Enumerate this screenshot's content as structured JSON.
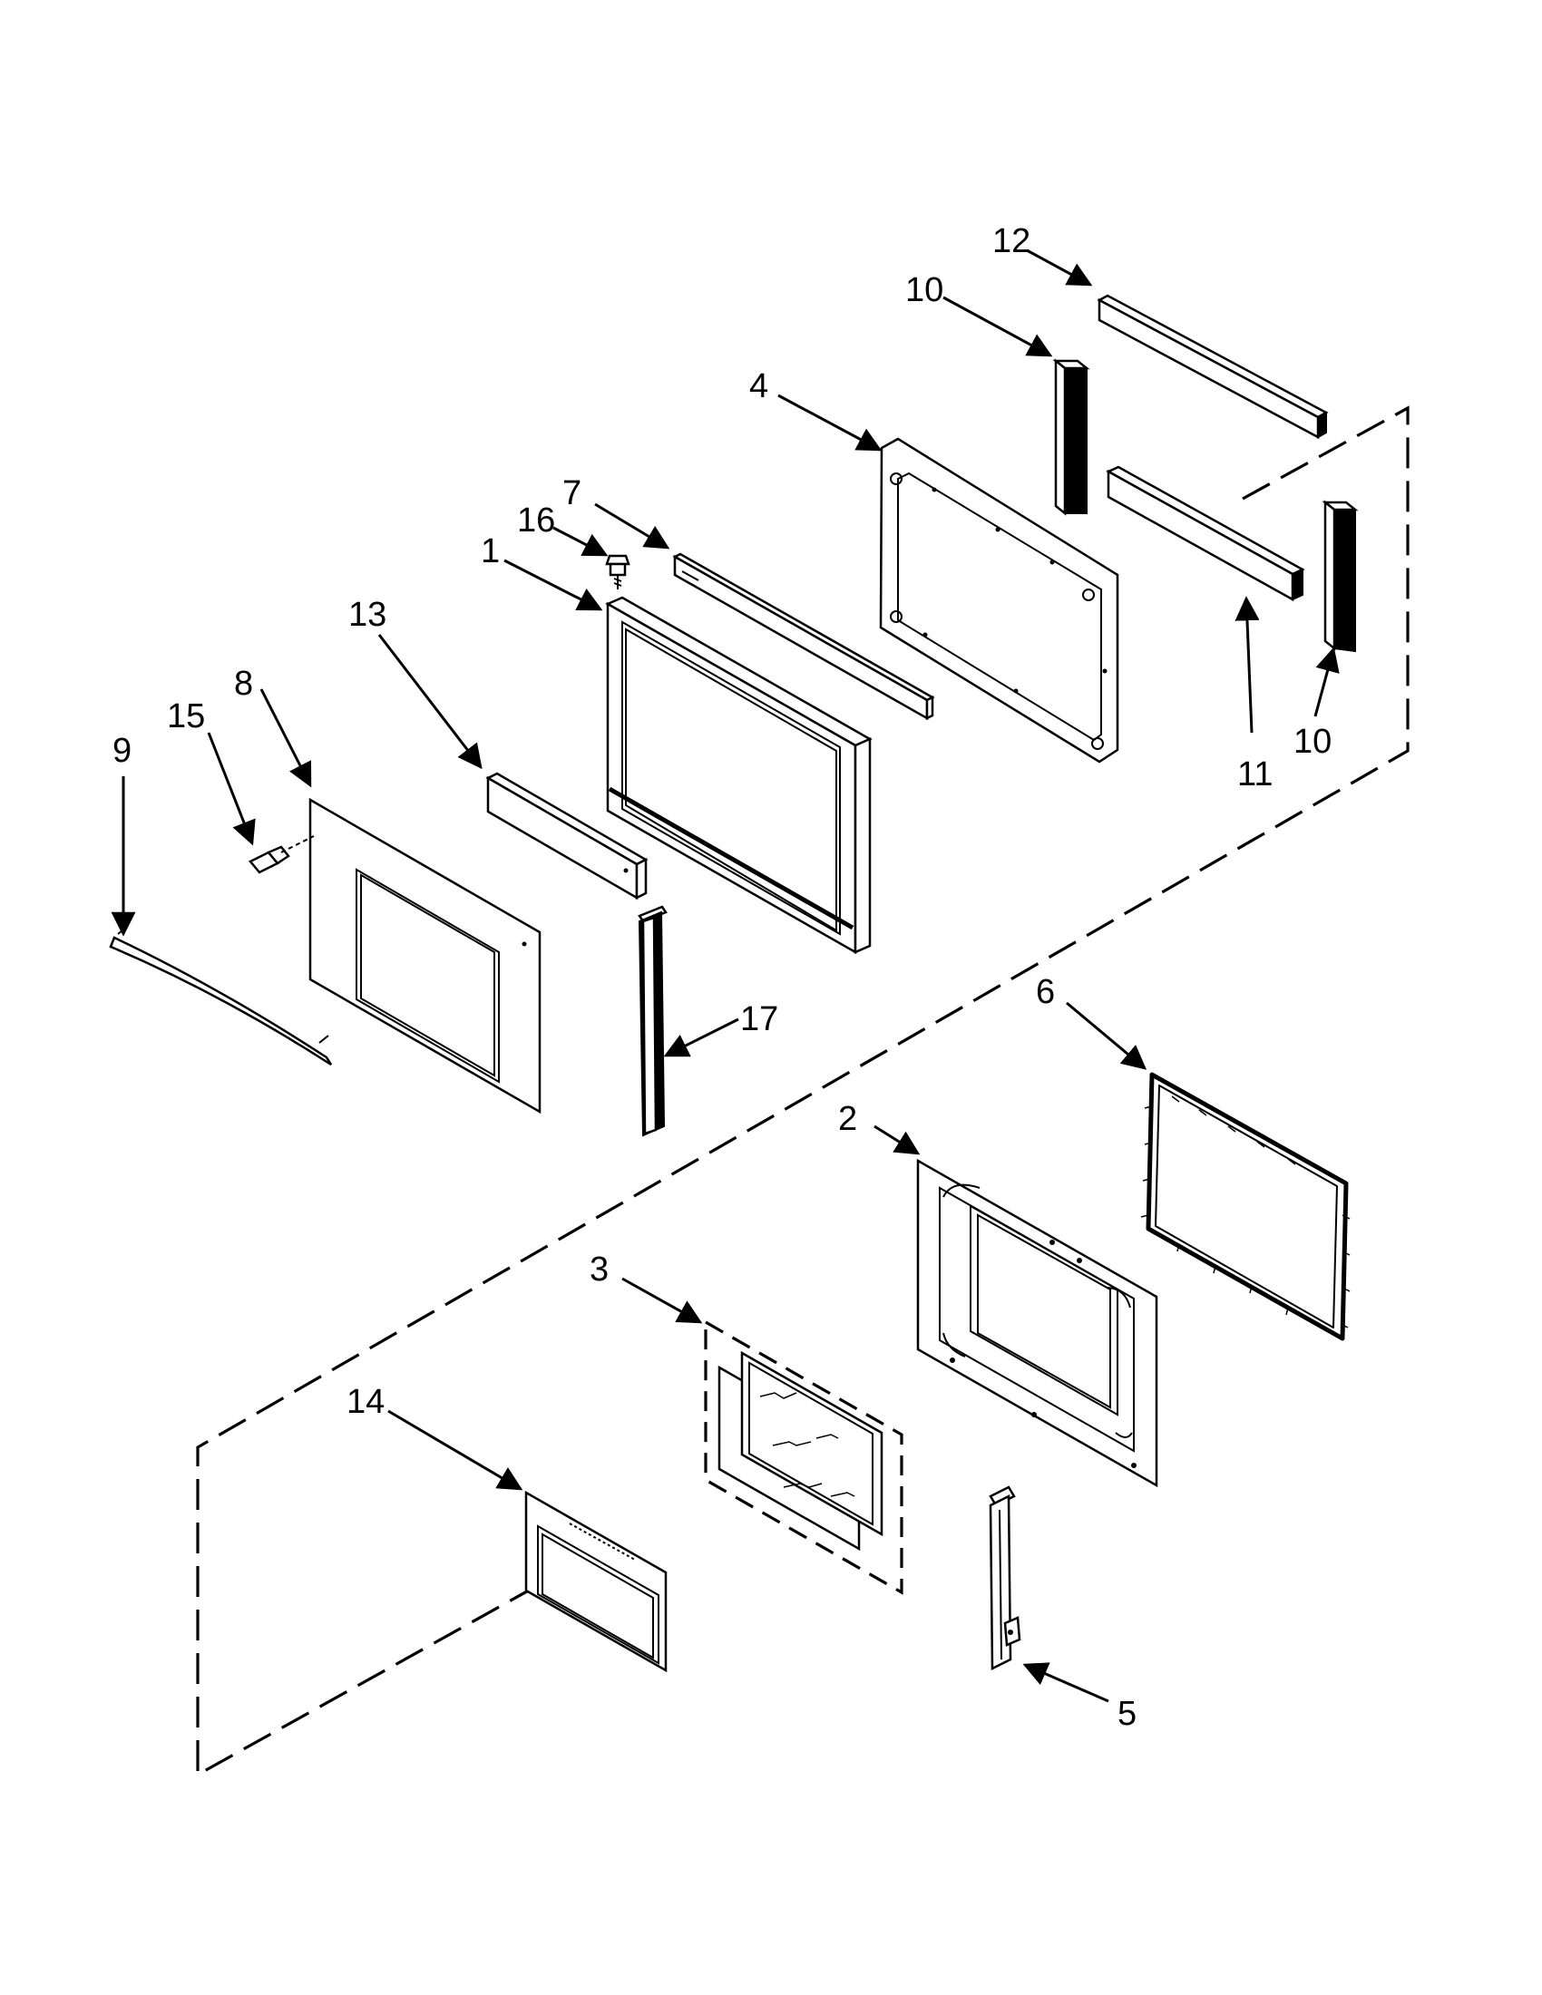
{
  "diagram": {
    "callouts": {
      "part_1": "1",
      "part_2": "2",
      "part_3": "3",
      "part_4": "4",
      "part_5": "5",
      "part_6": "6",
      "part_7": "7",
      "part_8": "8",
      "part_9": "9",
      "part_10a": "10",
      "part_10b": "10",
      "part_11": "11",
      "part_12": "12",
      "part_13": "13",
      "part_14": "14",
      "part_15": "15",
      "part_16": "16",
      "part_17": "17"
    }
  }
}
